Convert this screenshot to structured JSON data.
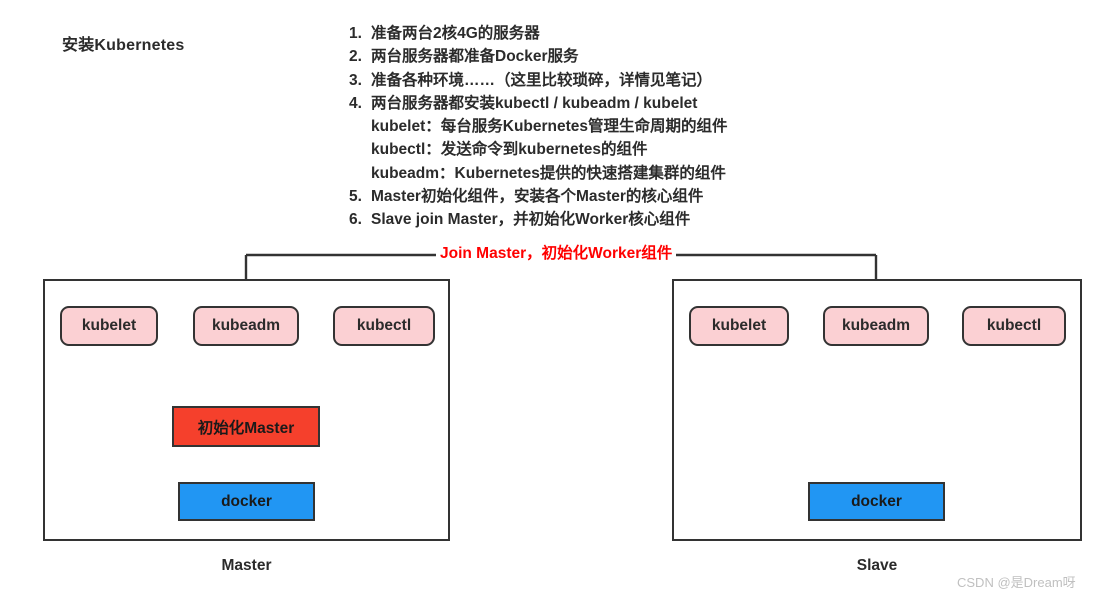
{
  "heading": "安装Kubernetes",
  "steps": [
    {
      "num": "1.",
      "text": "准备两台2核4G的服务器"
    },
    {
      "num": "2.",
      "text": "两台服务器都准备Docker服务"
    },
    {
      "num": "3.",
      "text": "准备各种环境……（这里比较琐碎，详情见笔记）"
    },
    {
      "num": "4.",
      "text": "两台服务器都安装kubectl / kubeadm / kubelet"
    },
    {
      "num": "5.",
      "text": "Master初始化组件，安装各个Master的核心组件"
    },
    {
      "num": "6.",
      "text": "Slave join Master，并初始化Worker核心组件"
    }
  ],
  "sub_items": [
    "kubelet：每台服务Kubernetes管理生命周期的组件",
    "kubectl：发送命令到kubernetes的组件",
    "kubeadm：Kubernetes提供的快速搭建集群的组件"
  ],
  "connector": {
    "join_label": "Join Master，初始化Worker组件",
    "label_color": "#ff0000",
    "line_color": "#333333"
  },
  "master": {
    "caption": "Master",
    "components": [
      {
        "id": "kubelet",
        "label": "kubelet",
        "style": "pink"
      },
      {
        "id": "kubeadm",
        "label": "kubeadm",
        "style": "pink"
      },
      {
        "id": "kubectl",
        "label": "kubectl",
        "style": "pink"
      },
      {
        "id": "init-master",
        "label": "初始化Master",
        "style": "red"
      },
      {
        "id": "docker",
        "label": "docker",
        "style": "blue"
      }
    ]
  },
  "slave": {
    "caption": "Slave",
    "components": [
      {
        "id": "kubelet",
        "label": "kubelet",
        "style": "pink"
      },
      {
        "id": "kubeadm",
        "label": "kubeadm",
        "style": "pink"
      },
      {
        "id": "kubectl",
        "label": "kubectl",
        "style": "pink"
      },
      {
        "id": "docker",
        "label": "docker",
        "style": "blue"
      }
    ]
  },
  "colors": {
    "pink_fill": "#fbd0d3",
    "red_fill": "#f5402c",
    "blue_fill": "#2196f3",
    "stroke": "#333333",
    "text": "#2b2b2b",
    "accent_red": "#ff0000"
  },
  "watermark": "CSDN @是Dream呀"
}
